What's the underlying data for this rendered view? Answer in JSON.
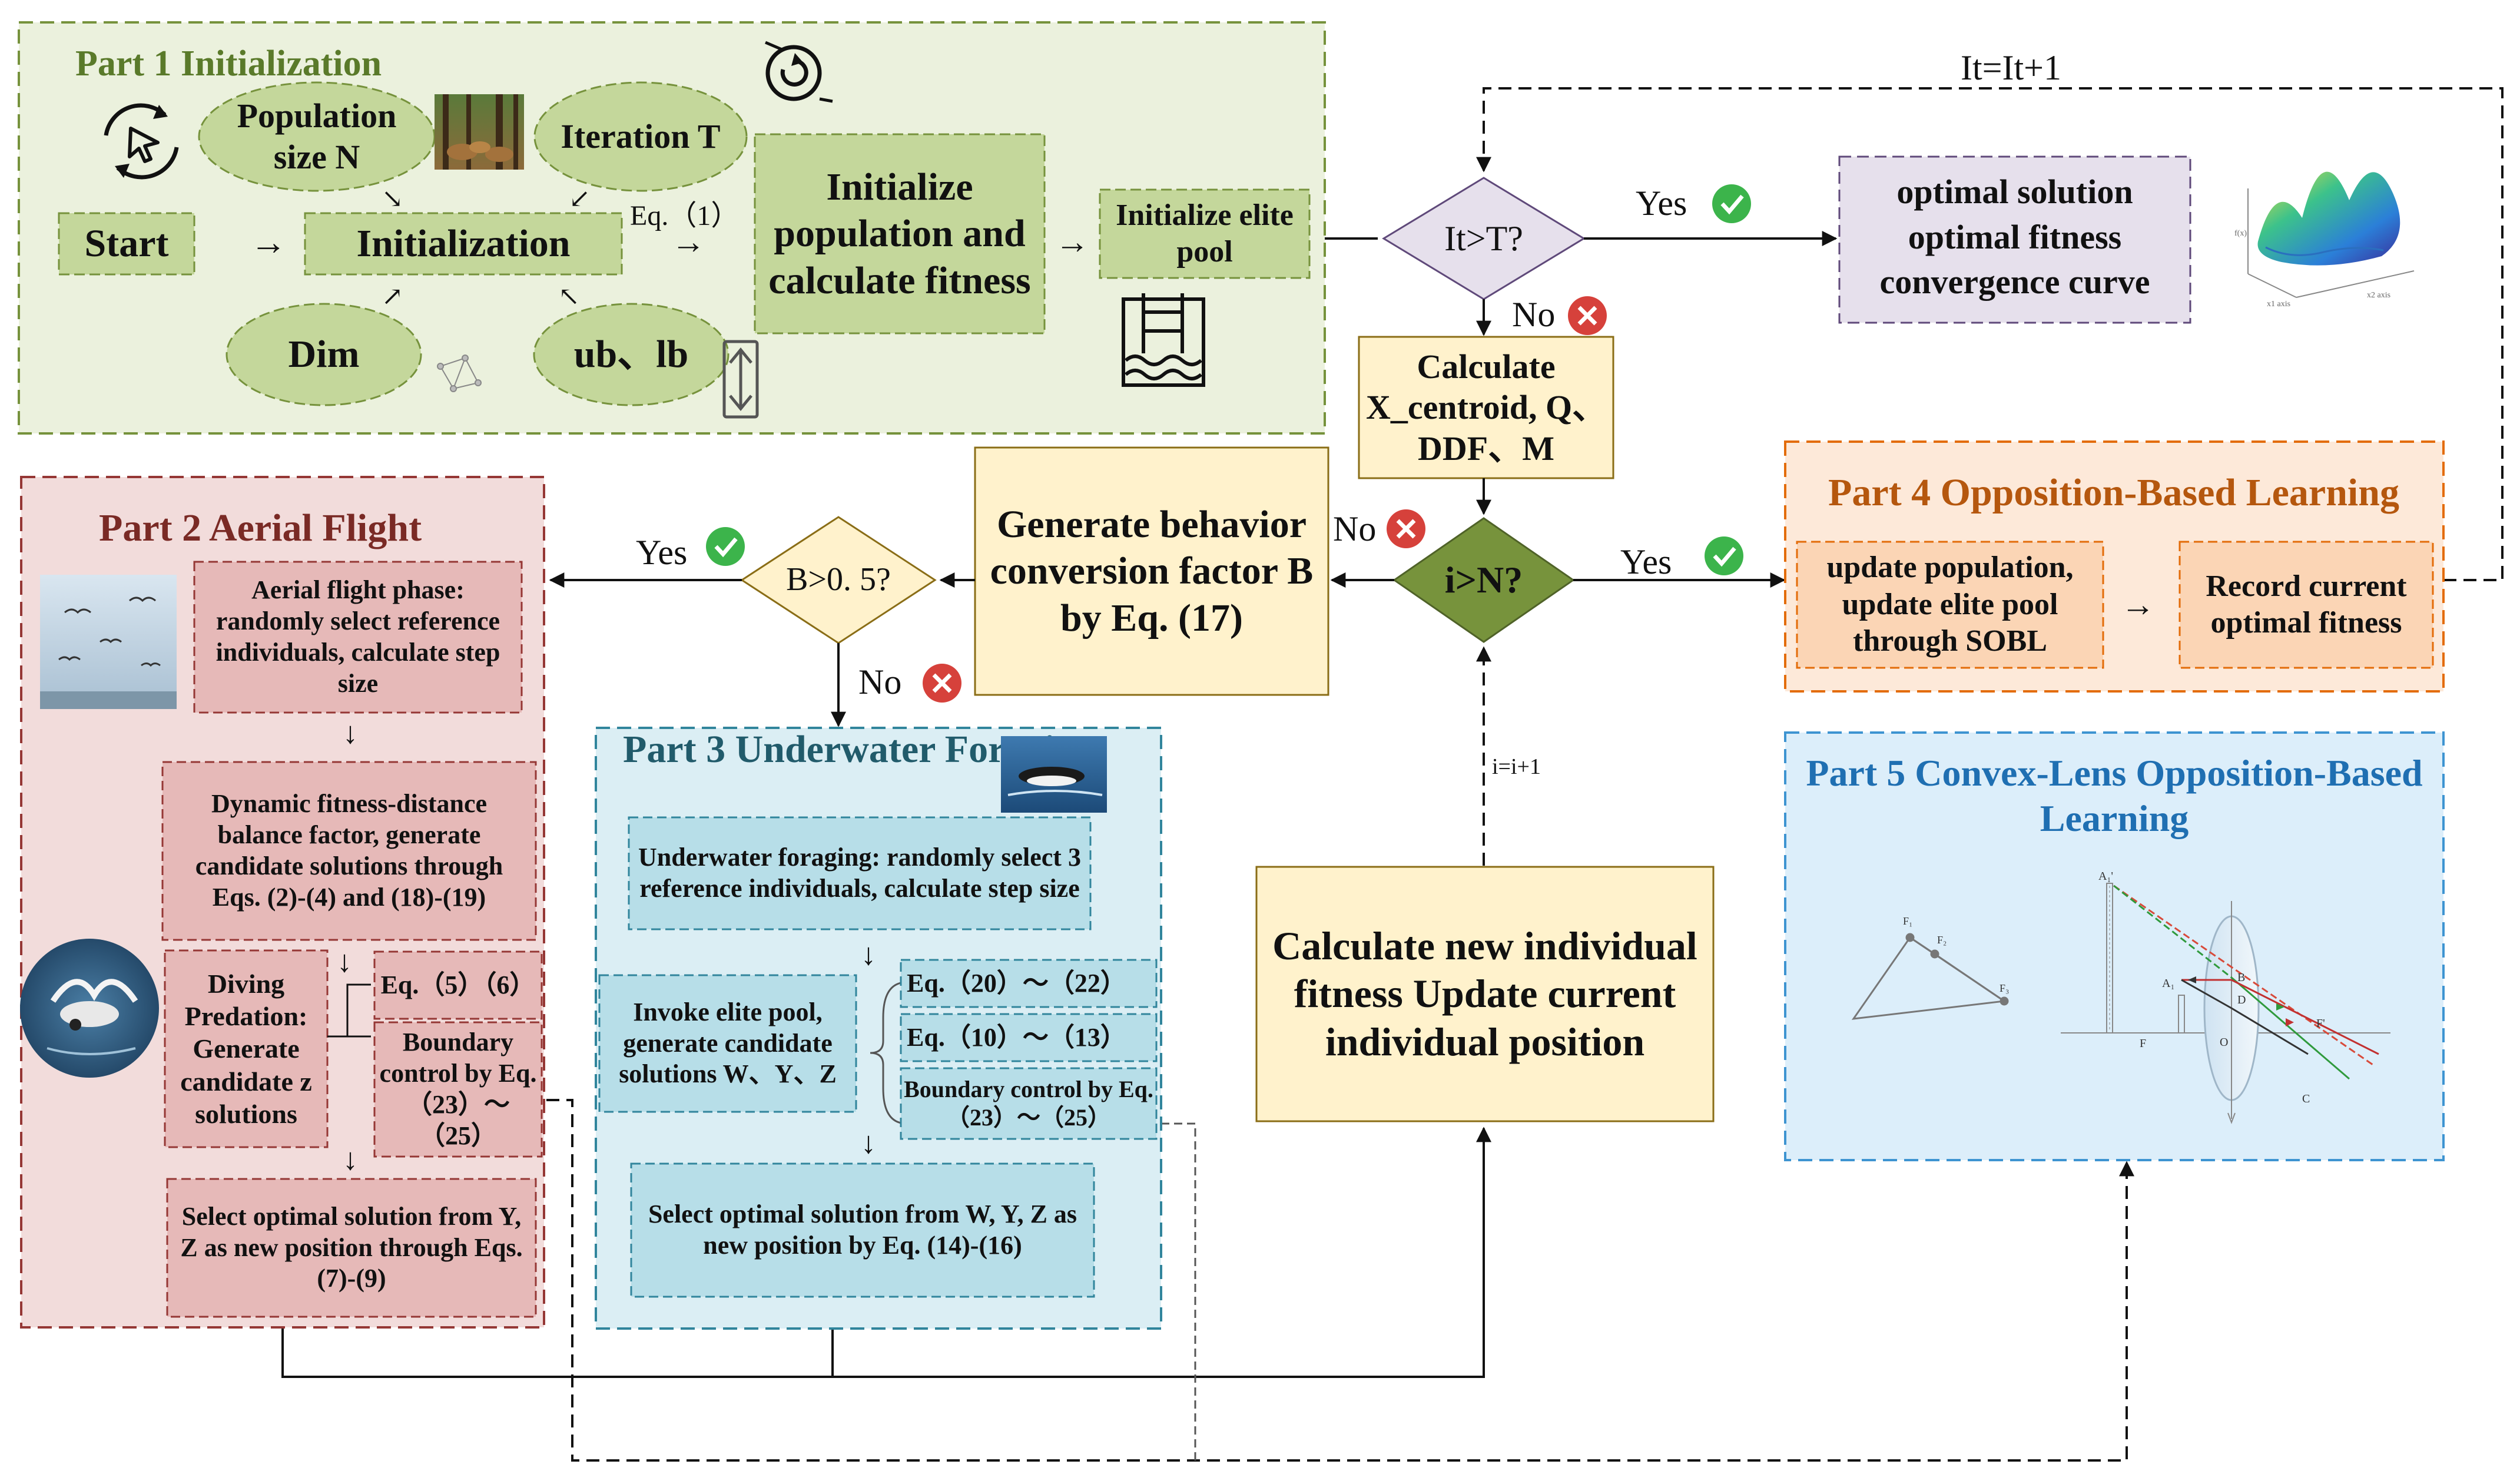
{
  "part1": {
    "title": "Part 1 Initialization",
    "population": "Population size N",
    "iteration": "Iteration T",
    "start": "Start",
    "initialization": "Initialization",
    "dim": "Dim",
    "ublb": "ub、lb",
    "eq1": "Eq.（1）",
    "init_pop": "Initialize population and calculate fitness",
    "init_elite": "Initialize elite pool"
  },
  "loop": {
    "it_label": "It=It+1",
    "it_decision": "It>T?",
    "yes": "Yes",
    "no": "No",
    "calculate": "Calculate X_centroid, Q、DDF、M",
    "i_decision": "i>N?",
    "i_label": "i=i+1",
    "b_decision": "B>0. 5?",
    "gen_b": "Generate behavior conversion factor B by Eq. (17)",
    "calc_new": "Calculate new individual fitness Update current individual position"
  },
  "output": {
    "line1": "optimal solution",
    "line2": "optimal fitness",
    "line3": "convergence curve"
  },
  "part2": {
    "title": "Part 2 Aerial Flight",
    "aerial": "Aerial flight phase: randomly select reference individuals, calculate step size",
    "dynamic": "Dynamic fitness-distance balance factor, generate candidate solutions through Eqs. (2)-(4) and (18)-(19)",
    "diving": "Diving Predation: Generate candidate z solutions",
    "eq56": "Eq.（5）（6）",
    "boundary": "Boundary control by Eq.（23）～（25）",
    "select": "Select optimal solution from Y, Z as new position through Eqs. (7)-(9)"
  },
  "part3": {
    "title": "Part 3 Underwater Foraging",
    "foraging": "Underwater foraging: randomly select 3 reference individuals, calculate step size",
    "elite": "Invoke elite pool, generate candidate solutions W、Y、Z",
    "eq2022": "Eq.（20）～（22）",
    "eq1013": "Eq.（10）～（13）",
    "boundary": "Boundary control by Eq.（23）～（25）",
    "select": "Select optimal solution from W, Y, Z as new position by Eq. (14)-(16)"
  },
  "part4": {
    "title": "Part 4 Opposition-Based Learning",
    "update": "update population, update elite pool through SOBL",
    "record": "Record current optimal fitness"
  },
  "part5": {
    "title": "Part 5 Convex-Lens Opposition-Based Learning"
  },
  "lens": {
    "f1": "F₁",
    "f2": "F₂",
    "f3": "F₃",
    "a1p": "A₁'",
    "a1": "A₁",
    "b": "B",
    "d": "D",
    "o": "O",
    "f": "F",
    "fp": "F'",
    "c": "C"
  },
  "surface_plot": {
    "x_label": "x1 axis",
    "y_label": "x2 axis",
    "z_label": "f(x)"
  },
  "colors": {
    "part1_fill": "#ebf1dd",
    "part1_stroke": "#76923c",
    "part1_title": "#5a7a2a",
    "part2_fill": "#f2dcdb",
    "part2_stroke": "#953735",
    "part2_title": "#7a2a25",
    "part3_fill": "#dbeef4",
    "part3_stroke": "#31859c",
    "part3_title": "#215b6b",
    "part4_fill": "#fde9d9",
    "part4_stroke": "#e36c09",
    "part4_title": "#b5570e",
    "part5_fill": "#dceefa",
    "part5_stroke": "#3e94d1",
    "part5_title": "#1f6fb2",
    "yellow_fill": "#fff2cc",
    "yellow_stroke": "#8a6d16",
    "purple_fill": "#e6e0ec",
    "purple_stroke": "#5f497a",
    "yes_green": "#3cb44b",
    "no_red": "#d6413b",
    "i_decision_fill": "#77933c"
  },
  "icons": [
    "refresh-icon",
    "cursor-cycle-icon",
    "forest-deer-image",
    "network-icon",
    "up-down-arrows-icon",
    "swimming-pool-icon",
    "surface-plot-image",
    "seagulls-image",
    "diving-bird-image",
    "diving-penguin-image",
    "check-icon",
    "cross-icon"
  ]
}
